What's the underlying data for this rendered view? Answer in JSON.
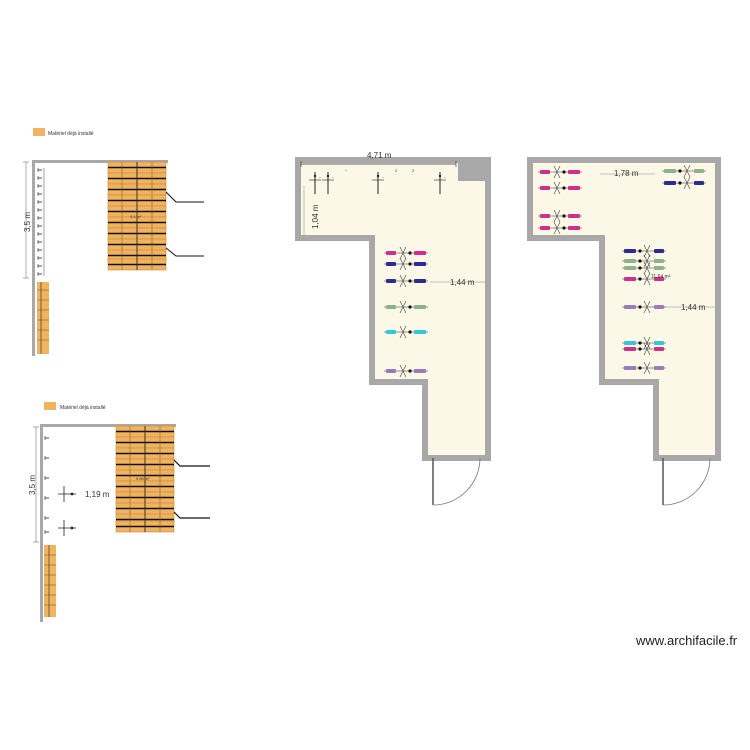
{
  "legend": {
    "color": "#f0b460",
    "label": "Matériel déjà installé"
  },
  "plan_a": {
    "dim_left": "3,5 m",
    "area": "9,4 m²"
  },
  "plan_b": {
    "dim_left": "3,5 m",
    "dim_inner": "1,19 m",
    "area": "9,85 m²"
  },
  "plan_c": {
    "dim_top": "4,71 m",
    "dim_left": "1,04 m",
    "dim_right": "1,44 m"
  },
  "plan_d": {
    "dim_top": "1,78 m",
    "dim_right": "1,44 m",
    "area": "11,64 m²"
  },
  "watermark": "www.archifacile.fr",
  "colors": {
    "wall": "#a8a8a8",
    "floor": "#fbf8e8",
    "orange": "#f0b460",
    "bike_magenta": "#d0308a",
    "bike_blue": "#2b2b9a",
    "bike_cyan": "#32c8d8",
    "bike_green": "#8fb088",
    "bike_purple": "#9a7ab8"
  }
}
